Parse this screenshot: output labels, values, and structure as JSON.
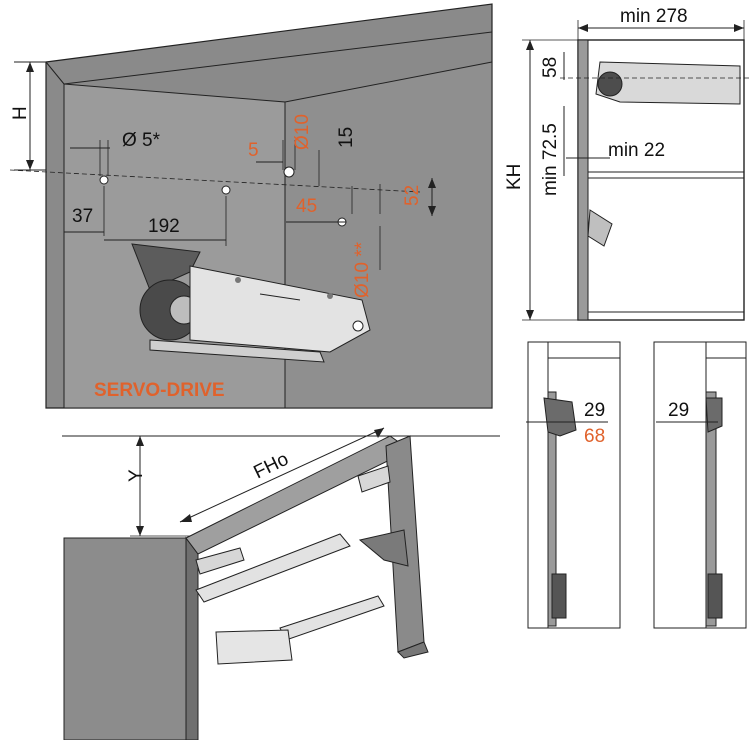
{
  "labels": {
    "top_left": {
      "H": "H",
      "hole_dia": "Ø 5*",
      "d37": "37",
      "d192": "192",
      "d5": "5",
      "dia10_top": "Ø10",
      "d15": "15",
      "d45": "45",
      "d52": "52",
      "dia10_bottom": "Ø10 **",
      "brand": "SERVO-DRIVE"
    },
    "top_right": {
      "min278": "min 278",
      "d58": "58",
      "min72_5": "min 72.5",
      "KH": "KH",
      "min22": "min 22"
    },
    "bottom_left": {
      "Y": "Y",
      "FHo": "FHo"
    },
    "bottom_right": {
      "d29_a": "29",
      "d68": "68",
      "d29_b": "29"
    }
  },
  "colors": {
    "panel": "#8a8a8a",
    "accent": "#e0622c",
    "line": "#222222"
  }
}
